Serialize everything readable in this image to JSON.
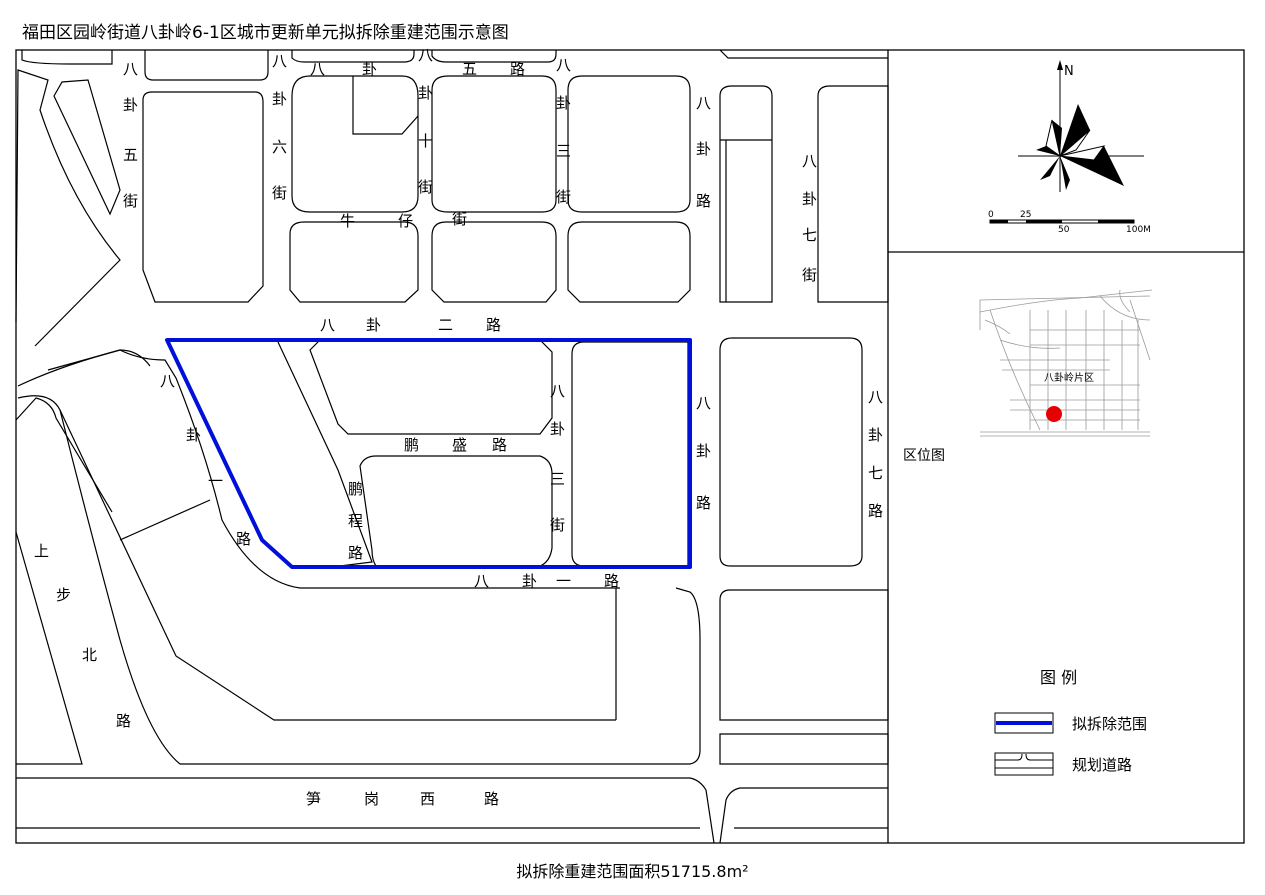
{
  "title": "福田区园岭街道八卦岭6-1区城市更新单元拟拆除重建范围示意图",
  "footer": "拟拆除重建范围面积51715.8m²",
  "compass": {
    "north": "N"
  },
  "scale": {
    "ticks": [
      "0",
      "25",
      "50",
      "100M"
    ]
  },
  "location": {
    "label": "区位图",
    "district": "八卦岭片区",
    "marker_color": "#e60000"
  },
  "legend": {
    "title": "图     例",
    "items": [
      {
        "label": "拟拆除范围",
        "color": "#0010d8"
      },
      {
        "label": "规划道路"
      }
    ]
  },
  "roads": {
    "bagua_wu": [
      "八",
      "卦",
      "五",
      "路"
    ],
    "bagua_er": [
      "八",
      "卦",
      "二",
      "路"
    ],
    "bagua_yi_bottom": [
      "八",
      "卦",
      "一",
      "路"
    ],
    "bagua_yi_left": [
      "八",
      "卦",
      "一",
      "路"
    ],
    "niuzai": [
      "牛",
      "仔",
      "街"
    ],
    "pengsheng": [
      "鹏",
      "盛",
      "路"
    ],
    "pengcheng": [
      "鹏",
      "程",
      "路"
    ],
    "sungang": [
      "笋",
      "岗",
      "西",
      "路"
    ],
    "shangbu": [
      "上",
      "步",
      "北",
      "路"
    ],
    "bagua_wu_jie": [
      "八",
      "卦",
      "五",
      "街"
    ],
    "bagua_liu_jie": [
      "八",
      "卦",
      "六",
      "街"
    ],
    "bagua_shi_jie": [
      "八",
      "卦",
      "十",
      "街"
    ],
    "bagua_san_jie_top": [
      "八",
      "卦",
      "三",
      "街"
    ],
    "bagua_san_jie": [
      "八",
      "卦",
      "三",
      "街"
    ],
    "bagua_road_top": [
      "八",
      "卦",
      "路"
    ],
    "bagua_road": [
      "八",
      "卦",
      "路"
    ],
    "bagua_qi_jie": [
      "八",
      "卦",
      "七",
      "街"
    ],
    "bagua_qi_lu": [
      "八",
      "卦",
      "七",
      "路"
    ]
  }
}
